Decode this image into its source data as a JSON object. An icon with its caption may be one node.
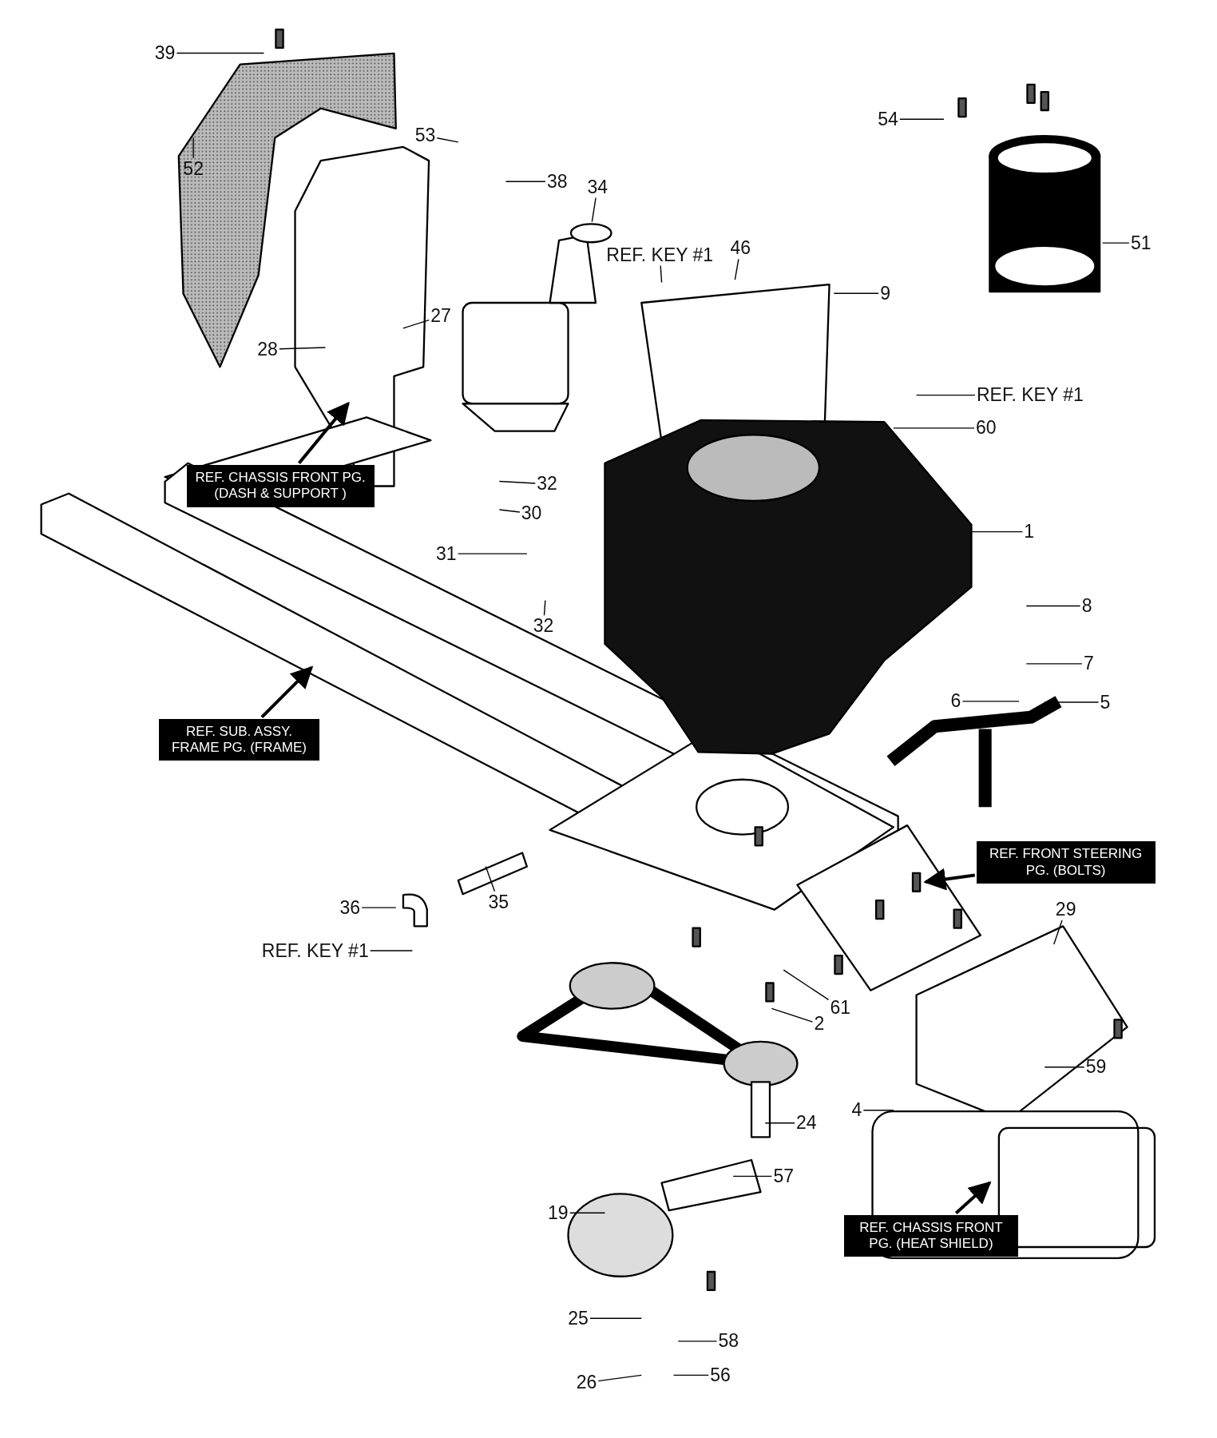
{
  "diagram": {
    "nodes": [
      {
        "text": [
          "39"
        ]
      },
      {
        "text": [
          "52"
        ]
      },
      {
        "text": [
          "53"
        ]
      },
      {
        "text": [
          "38"
        ]
      },
      {
        "text": [
          "34"
        ]
      },
      {
        "text": [
          "54"
        ]
      },
      {
        "text": [
          "REF. KEY #1"
        ]
      },
      {
        "text": [
          "46"
        ]
      },
      {
        "text": [
          "51"
        ]
      },
      {
        "text": [
          "9"
        ]
      },
      {
        "text": [
          "27"
        ]
      },
      {
        "text": [
          "28"
        ]
      },
      {
        "text": [
          "REF. KEY #1"
        ]
      },
      {
        "text": [
          "60"
        ]
      },
      {
        "text": [
          "REF. CHASSIS FRONT PG. (DASH & SUPPORT )"
        ]
      },
      {
        "text": [
          "32"
        ]
      },
      {
        "text": [
          "30"
        ]
      },
      {
        "text": [
          "1"
        ]
      },
      {
        "text": [
          "31"
        ]
      },
      {
        "text": [
          "32"
        ]
      },
      {
        "text": [
          "8"
        ]
      },
      {
        "text": [
          "7"
        ]
      },
      {
        "text": [
          "6"
        ]
      },
      {
        "text": [
          "5"
        ]
      },
      {
        "text": [
          "REF. SUB. ASSY. FRAME PG. (FRAME)"
        ]
      },
      {
        "text": [
          "REF. FRONT STEERING PG. (BOLTS)"
        ]
      },
      {
        "text": [
          "29"
        ]
      },
      {
        "text": [
          "36"
        ]
      },
      {
        "text": [
          "35"
        ]
      },
      {
        "text": [
          "REF. KEY #1"
        ]
      },
      {
        "text": [
          "61"
        ]
      },
      {
        "text": [
          "2"
        ]
      },
      {
        "text": [
          "59"
        ]
      },
      {
        "text": [
          "24"
        ]
      },
      {
        "text": [
          "4"
        ]
      },
      {
        "text": [
          "57"
        ]
      },
      {
        "text": [
          "19"
        ]
      },
      {
        "text": [
          "REF. CHASSIS FRONT PG. (HEAT SHIELD)"
        ]
      },
      {
        "text": [
          "25"
        ]
      },
      {
        "text": [
          "58"
        ]
      },
      {
        "text": [
          "26"
        ]
      },
      {
        "text": [
          "56"
        ]
      }
    ],
    "edges": [
      {
        "from": 0,
        "to": null,
        "arrow": "none"
      },
      {
        "from": 1,
        "to": null,
        "arrow": "none"
      },
      {
        "from": 2,
        "to": null,
        "arrow": "none"
      },
      {
        "from": 3,
        "to": null,
        "arrow": "none"
      },
      {
        "from": 4,
        "to": null,
        "arrow": "none"
      },
      {
        "from": 5,
        "to": null,
        "arrow": "none"
      },
      {
        "from": 6,
        "to": null,
        "arrow": "none"
      },
      {
        "from": 7,
        "to": null,
        "arrow": "none"
      },
      {
        "from": 8,
        "to": null,
        "arrow": "none"
      },
      {
        "from": 9,
        "to": null,
        "arrow": "none"
      },
      {
        "from": 10,
        "to": null,
        "arrow": "none"
      },
      {
        "from": 11,
        "to": null,
        "arrow": "none"
      },
      {
        "from": 12,
        "to": null,
        "arrow": "none"
      },
      {
        "from": 13,
        "to": null,
        "arrow": "none"
      },
      {
        "from": 14,
        "to": null,
        "arrow": "to"
      },
      {
        "from": 15,
        "to": null,
        "arrow": "none"
      },
      {
        "from": 16,
        "to": null,
        "arrow": "none"
      },
      {
        "from": 17,
        "to": null,
        "arrow": "none"
      },
      {
        "from": 18,
        "to": null,
        "arrow": "none"
      },
      {
        "from": 19,
        "to": null,
        "arrow": "none"
      },
      {
        "from": 20,
        "to": null,
        "arrow": "none"
      },
      {
        "from": 21,
        "to": null,
        "arrow": "none"
      },
      {
        "from": 22,
        "to": null,
        "arrow": "none"
      },
      {
        "from": 23,
        "to": null,
        "arrow": "none"
      },
      {
        "from": 24,
        "to": null,
        "arrow": "to"
      },
      {
        "from": 25,
        "to": null,
        "arrow": "to"
      },
      {
        "from": 26,
        "to": null,
        "arrow": "none"
      },
      {
        "from": 27,
        "to": null,
        "arrow": "none"
      },
      {
        "from": 28,
        "to": null,
        "arrow": "none"
      },
      {
        "from": 29,
        "to": null,
        "arrow": "none"
      },
      {
        "from": 30,
        "to": null,
        "arrow": "none"
      },
      {
        "from": 31,
        "to": null,
        "arrow": "none"
      },
      {
        "from": 32,
        "to": null,
        "arrow": "none"
      },
      {
        "from": 33,
        "to": null,
        "arrow": "none"
      },
      {
        "from": 34,
        "to": null,
        "arrow": "none"
      },
      {
        "from": 35,
        "to": null,
        "arrow": "none"
      },
      {
        "from": 36,
        "to": null,
        "arrow": "none"
      },
      {
        "from": 37,
        "to": null,
        "arrow": "to"
      },
      {
        "from": 38,
        "to": null,
        "arrow": "none"
      },
      {
        "from": 39,
        "to": null,
        "arrow": "none"
      },
      {
        "from": 40,
        "to": null,
        "arrow": "none"
      },
      {
        "from": 41,
        "to": null,
        "arrow": "none"
      }
    ]
  }
}
